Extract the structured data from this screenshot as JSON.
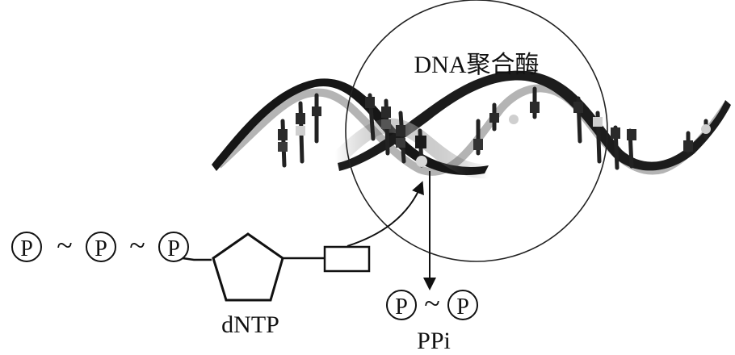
{
  "enzyme_label": "DNA聚合酶",
  "dntp_label": "dNTP",
  "ppi_label": "PPi",
  "phosphate_symbol": "P",
  "bond_symbol": "~",
  "colors": {
    "ink": "#111111",
    "strand": "#1a1a1a",
    "strand_back": "#8a8a8a",
    "base_dark": "#2a2a2a",
    "base_light": "#cfcfcf"
  }
}
